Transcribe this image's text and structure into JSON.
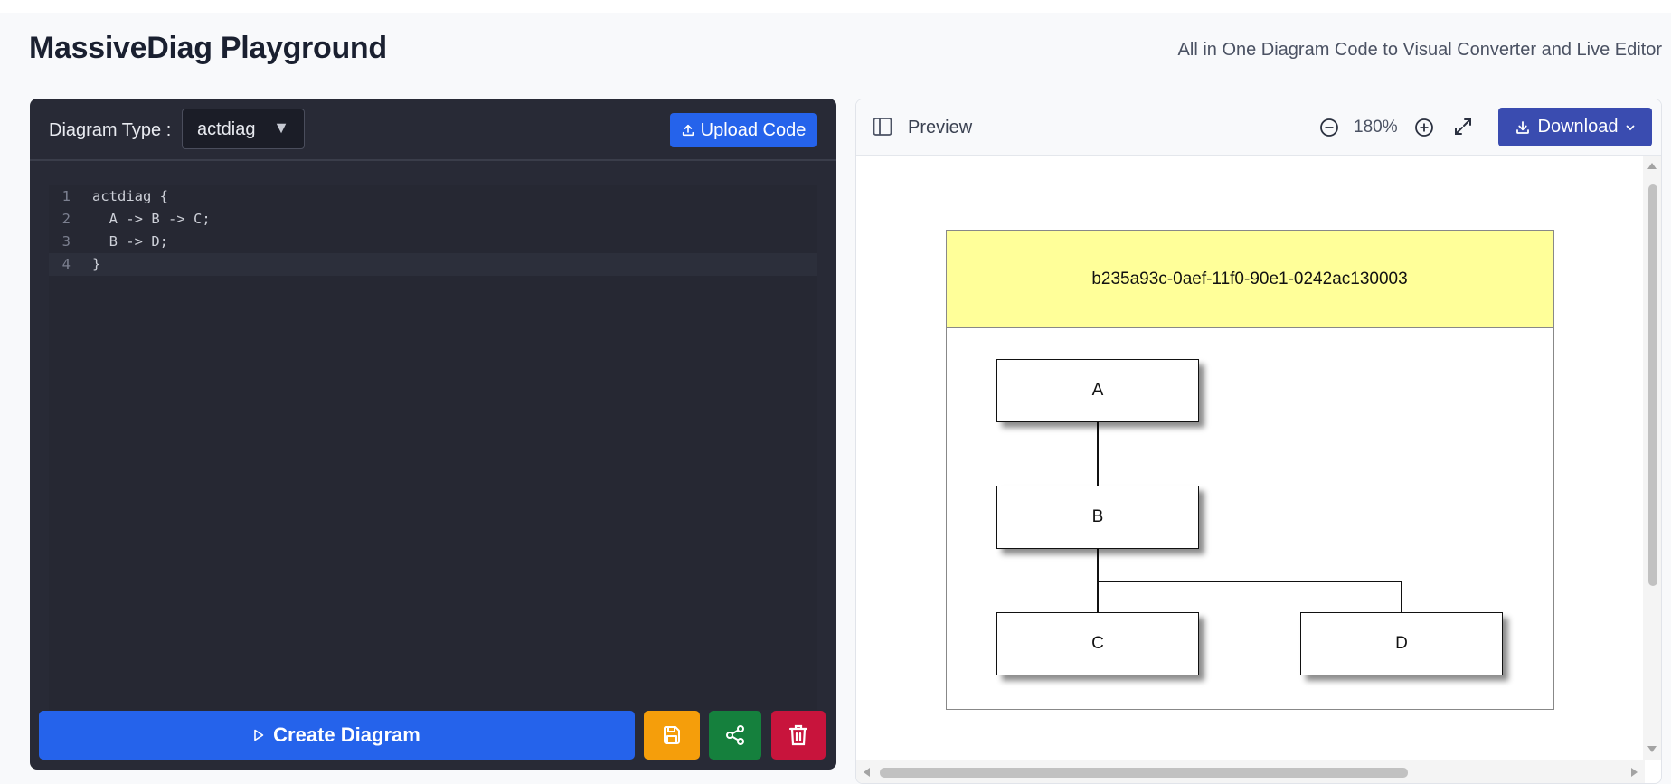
{
  "header": {
    "title": "MassiveDiag Playground",
    "subtitle": "All in One Diagram Code to Visual Converter and Live Editor"
  },
  "editor": {
    "type_label": "Diagram Type :",
    "type_value": "actdiag",
    "upload_label": "Upload Code",
    "lines": [
      {
        "no": "1",
        "text": "actdiag {"
      },
      {
        "no": "2",
        "text": "  A -> B -> C;"
      },
      {
        "no": "3",
        "text": "  B -> D;"
      },
      {
        "no": "4",
        "text": "}"
      }
    ],
    "create_label": "Create Diagram"
  },
  "preview": {
    "label": "Preview",
    "zoom": "180%",
    "download_label": "Download",
    "lane_title": "b235a93c-0aef-11f0-90e1-0242ac130003",
    "nodes": {
      "a": "A",
      "b": "B",
      "c": "C",
      "d": "D"
    }
  },
  "colors": {
    "primary": "#2563eb",
    "save": "#f59e0b",
    "share": "#15803d",
    "delete": "#c8143c",
    "download": "#3a4cb0",
    "lane": "#ffff99",
    "editor_bg": "#282a36"
  },
  "icons": {
    "upload": "upload-icon",
    "play": "play-icon",
    "save": "floppy-disk-icon",
    "share": "share-icon",
    "delete": "trash-icon",
    "sidebar": "sidebar-toggle-icon",
    "zoom_out": "zoom-out-icon",
    "zoom_in": "zoom-in-icon",
    "fullscreen": "expand-icon",
    "download": "download-icon",
    "dropdown": "chevron-down-icon"
  }
}
